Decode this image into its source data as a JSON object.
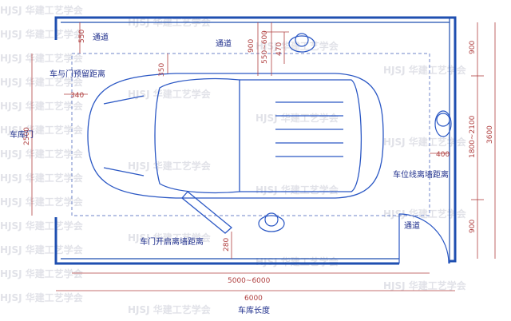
{
  "watermark": "HJSJ 华建工艺学会",
  "labels": {
    "passage_top_left": "通道",
    "passage_top_center": "通道",
    "car_door_clearance": "车与门预留距离",
    "garage_door": "车库门",
    "car_to_wall": "车位线离墙距离",
    "door_open_to_wall": "车门开启离墙距离",
    "passage_bottom_right": "通道",
    "garage_length": "车库长度"
  },
  "dims": {
    "d550": "550",
    "d900_top": "900",
    "d550_600": "550~600",
    "d470": "470",
    "d350": "350",
    "d340": "340",
    "d2500": "2500",
    "d400": "400",
    "d280": "280",
    "d5000_6000": "5000~6000",
    "d6000": "6000",
    "r900_top": "900",
    "r1800_2100": "1800~2100",
    "r900_bottom": "900",
    "r3600": "3600"
  },
  "colors": {
    "wall": "#1f4fb0",
    "line": "#2a57c4",
    "dim": "#b04040",
    "label": "#1f2f8c"
  }
}
